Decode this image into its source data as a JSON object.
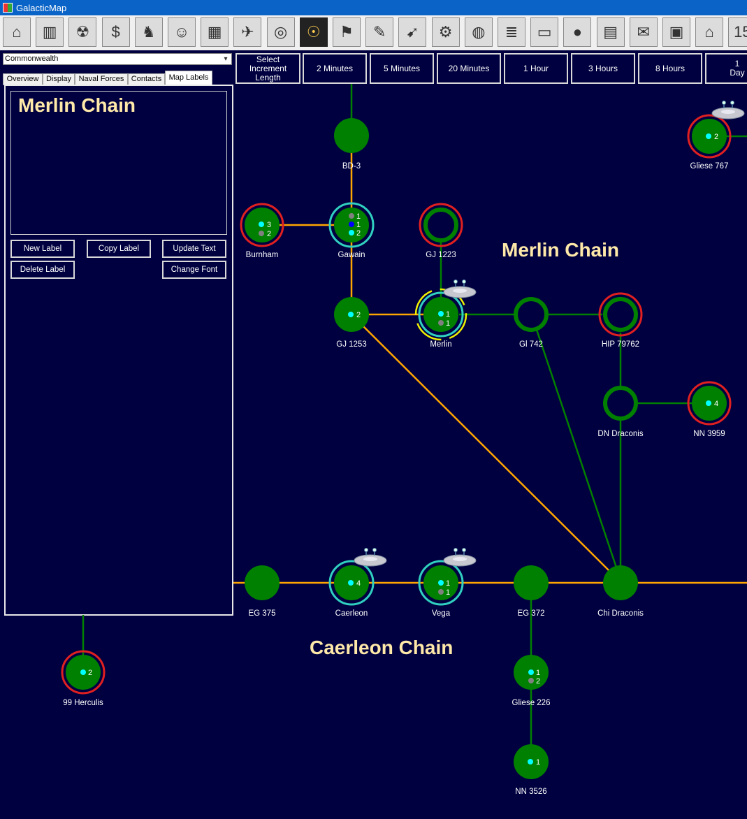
{
  "window": {
    "title": "GalacticMap"
  },
  "toolbar": {
    "icons": [
      "population-icon",
      "industry-icon",
      "mining-icon",
      "wealth-icon",
      "ground-units-icon",
      "commanders-icon",
      "class-design-icon",
      "fleet-icon",
      "sensors-icon",
      "system-view-icon",
      "race-icon",
      "reports-icon",
      "missiles-icon",
      "turrets-icon",
      "planet-icon",
      "technology-icon",
      "research-icon",
      "event-log-icon",
      "components-icon",
      "intelligence-icon",
      "shipping-icon",
      "government-icon",
      "calendar-icon"
    ]
  },
  "faction": {
    "selected": "Commonwealth"
  },
  "tabs": [
    "Overview",
    "Display",
    "Naval Forces",
    "Contacts",
    "Map Labels"
  ],
  "active_tab": "Map Labels",
  "map_labels": {
    "text": "Merlin Chain",
    "buttons": {
      "new": "New Label",
      "copy": "Copy Label",
      "update": "Update Text",
      "delete": "Delete Label",
      "font": "Change Font"
    }
  },
  "increments": {
    "title": "Select Increment Length",
    "options": [
      "2 Minutes",
      "5 Minutes",
      "20 Minutes",
      "1 Hour",
      "3 Hours",
      "8 Hours",
      "1 Day"
    ]
  },
  "map": {
    "chain_labels": [
      "Merlin Chain",
      "Caerleon Chain"
    ],
    "systems": {
      "bd3": "BD-3",
      "gliese767": "Gliese 767",
      "burnham": "Burnham",
      "gawain": "Gawain",
      "gj1223": "GJ 1223",
      "gj1253": "GJ 1253",
      "merlin": "Merlin",
      "gl742": "Gl 742",
      "hip79762": "HIP 79762",
      "dndraconis": "DN Draconis",
      "nn3959": "NN 3959",
      "eg375": "EG 375",
      "caerleon": "Caerleon",
      "vega": "Vega",
      "eg372": "EG 372",
      "chidraconis": "Chi Draconis",
      "herculis99": "99 Herculis",
      "gliese226": "Gliese 226",
      "nn3526": "NN 3526"
    },
    "counts": {
      "gliese767": "2",
      "burnham_a": "3",
      "burnham_b": "2",
      "gawain_a": "1",
      "gawain_b": "1",
      "gawain_c": "2",
      "gj1253": "2",
      "merlin_a": "1",
      "merlin_b": "1",
      "nn3959": "4",
      "caerleon": "4",
      "vega_a": "1",
      "vega_b": "1",
      "herculis99": "2",
      "gliese226_a": "1",
      "gliese226_b": "2",
      "nn3526": "1"
    },
    "colors": {
      "background": "#000040",
      "system": "#008000",
      "jump_link": "#008000",
      "surveyed_link": "#ffa500",
      "hostile_ring": "#e02020",
      "friendly_ring": "#30d0c0",
      "selected_ring": "#f0f000",
      "label": "#ffe9a8"
    }
  }
}
